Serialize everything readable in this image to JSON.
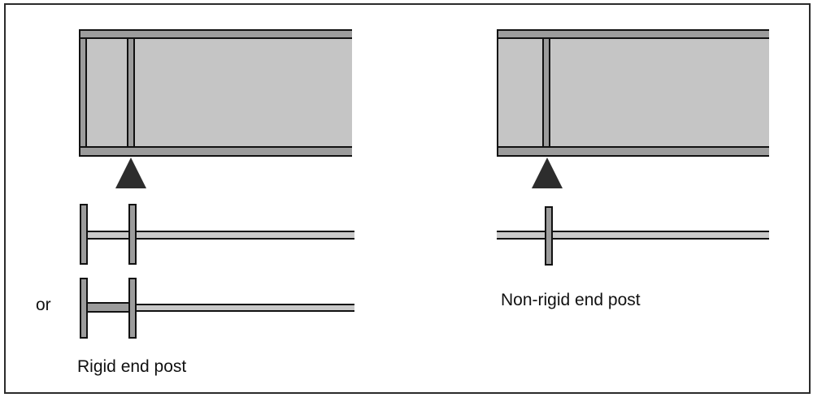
{
  "figure": {
    "title_implied": "End post configurations for plate girders",
    "labels": {
      "or": "or",
      "rigid_end_post": "Rigid end post",
      "non_rigid_end_post": "Non-rigid end post"
    },
    "elements": {
      "left": "Girder elevation with end-post stiffener pair at support, support triangle, two plan-view options of rigid end post (double plates, or double plates with thick connecting web)",
      "right": "Girder elevation with single stiffener at support, support triangle, plan view of single-plate non-rigid end post"
    },
    "colors": {
      "bg": "#ffffff",
      "frame": "#2b2b2b",
      "line": "#111111",
      "flange": "#9c9c9c",
      "web": "#c5c5c5",
      "strip": "#c9c9c9",
      "support": "#2d2d2d"
    }
  }
}
